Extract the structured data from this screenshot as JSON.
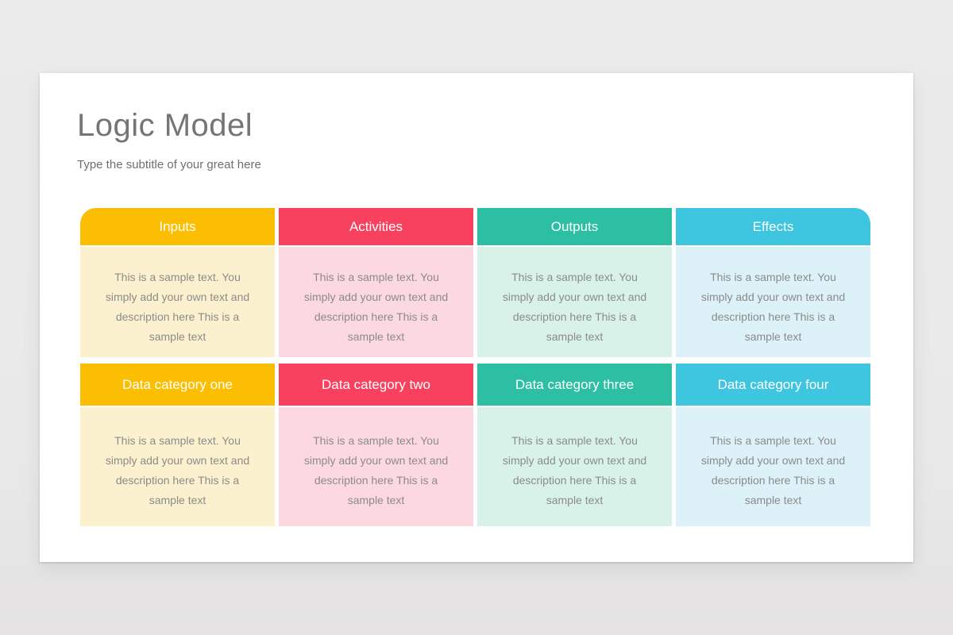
{
  "slide": {
    "title": "Logic Model",
    "subtitle": "Type the subtitle of your great here",
    "body_text": "This is a sample text. You simply add your own text and description here This is a sample text",
    "columns": [
      {
        "header": "Inputs",
        "category": "Data category one",
        "color": "#FCBE03",
        "tint": "#FCF1CE"
      },
      {
        "header": "Activities",
        "category": "Data category two",
        "color": "#F8415E",
        "tint": "#FCD9E1"
      },
      {
        "header": "Outputs",
        "category": "Data category three",
        "color": "#2CBFA3",
        "tint": "#D8F2EA"
      },
      {
        "header": "Effects",
        "category": "Data category four",
        "color": "#3EC5E0",
        "tint": "#DCF1F8"
      }
    ]
  }
}
